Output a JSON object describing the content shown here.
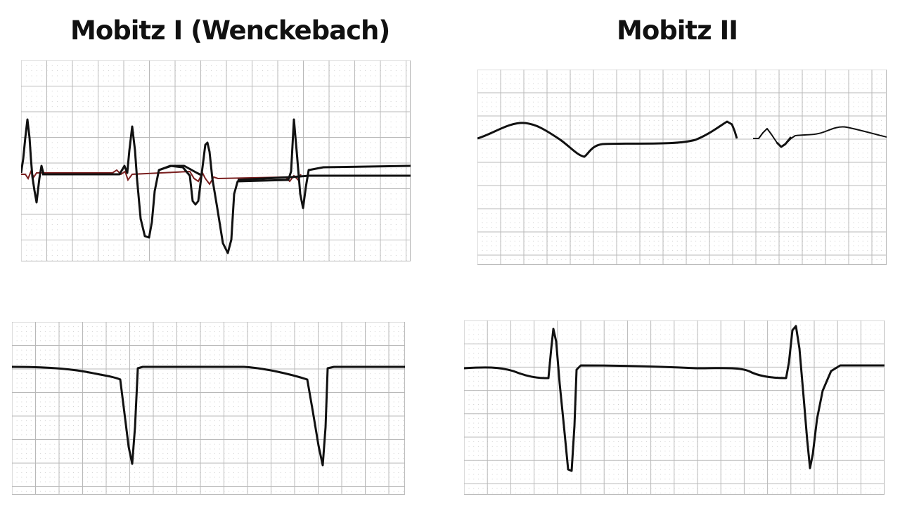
{
  "titles": {
    "left": "Mobitz I (Wenckebach)",
    "right": "Mobitz II"
  },
  "colors": {
    "background": "#ffffff",
    "grid_major": "#b9b9b9",
    "grid_minor_dots": "#c9c9c9",
    "trace": "#111111",
    "trace_overlay": "#7a1f1f",
    "title_text": "#111111"
  },
  "strips": [
    {
      "id": "mobitz-1-top",
      "column": "left",
      "description_visible": false
    },
    {
      "id": "mobitz-2-top",
      "column": "right",
      "description_visible": false
    },
    {
      "id": "mobitz-1-bottom",
      "column": "left",
      "description_visible": false
    },
    {
      "id": "mobitz-2-bottom",
      "column": "right",
      "description_visible": false
    }
  ]
}
